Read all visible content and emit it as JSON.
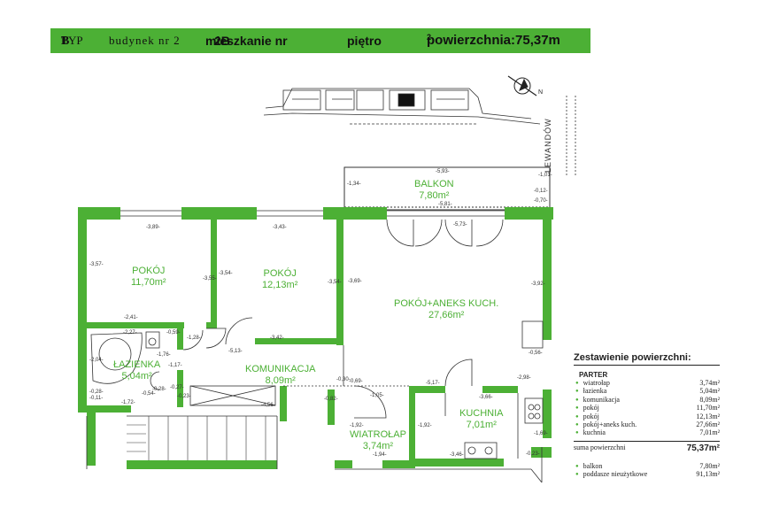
{
  "header": {
    "typ_label": "TYP",
    "typ_value": "B",
    "building": "budynek nr 2",
    "flat_label": "mieszkanie nr",
    "flat_value": "2B",
    "floor_label": "piętro",
    "area_label": "powierzchnia:75,37m",
    "area_sup": "2"
  },
  "street": "LEWANDÓW",
  "rooms": [
    {
      "id": "balkon",
      "name": "BALKON",
      "area": "7,80m²"
    },
    {
      "id": "pokoj1",
      "name": "POKÓJ",
      "area": "11,70m²"
    },
    {
      "id": "pokoj2",
      "name": "POKÓJ",
      "area": "12,13m²"
    },
    {
      "id": "pokoj-aneks",
      "name": "POKÓJ+ANEKS KUCH.",
      "area": "27,66m²"
    },
    {
      "id": "lazienka",
      "name": "ŁAZIENKA",
      "area": "5,04m²"
    },
    {
      "id": "komunikacja",
      "name": "KOMUNIKACJA",
      "area": "8,09m²"
    },
    {
      "id": "kuchnia",
      "name": "KUCHNIA",
      "area": "7,01m²"
    },
    {
      "id": "wiatrolap",
      "name": "WIATROŁAP",
      "area": "3,74m²"
    }
  ],
  "dims": {
    "d1": "-5,93-",
    "d2": "-5,81-",
    "d3": "-1,34-",
    "d4": "-1,01-",
    "d5": "-0,12-",
    "d6": "-0,70-",
    "d7": "-3,89-",
    "d8": "-3,43-",
    "d9": "-5,73-",
    "d10": "-3,57-",
    "d11": "-3,55-",
    "d12": "-3,54-",
    "d13": "-3,54-",
    "d14": "-3,69-",
    "d15": "-3,92-",
    "d16": "-2,41-",
    "d17": "-2,27-",
    "d18": "-0,59-",
    "d19": "-1,28-",
    "d20": "-3,42-",
    "d21": "-5,13-",
    "d22": "-0,56-",
    "d23": "-1,76-",
    "d24": "-2,04-",
    "d25": "-1,17-",
    "d26": "-0,28-",
    "d27": "-0,27-",
    "d28": "-0,30-",
    "d29": "-0,69-",
    "d30": "-1,05-",
    "d31": "-5,17-",
    "d32": "-3,66-",
    "d33": "-1,72-",
    "d34": "-4,56-",
    "d35": "-0,82-",
    "d36": "-1,94-",
    "d37": "-1,92-",
    "d38": "-1,92-",
    "d39": "-3,46-",
    "d40": "-0,23-",
    "d41": "-1,69-",
    "d42": "-2,98-",
    "d43": "-0,54-",
    "d44": "-0,11-",
    "d45": "-0,28-",
    "d46": "-0,23-"
  },
  "summary": {
    "title": "Zestawienie powierzchni:",
    "section": "PARTER",
    "items": [
      {
        "name": "wiatrołap",
        "value": "3,74m²"
      },
      {
        "name": "łazienka",
        "value": "5,04m²"
      },
      {
        "name": "komunikacja",
        "value": "8,09m²"
      },
      {
        "name": "pokój",
        "value": "11,70m²"
      },
      {
        "name": "pokój",
        "value": "12,13m²"
      },
      {
        "name": "pokój+aneks kuch.",
        "value": "27,66m²"
      },
      {
        "name": "kuchnia",
        "value": "7,01m²"
      }
    ],
    "total_label": "suma powierzchni",
    "total_value": "75,37m²",
    "extra": [
      {
        "name": "balkon",
        "value": "7,80m²"
      },
      {
        "name": "poddasze nieużytkowe",
        "value": "91,13m²"
      }
    ]
  },
  "colors": {
    "wall": "#4cb035",
    "banner": "#4cb035",
    "line": "#333333"
  }
}
